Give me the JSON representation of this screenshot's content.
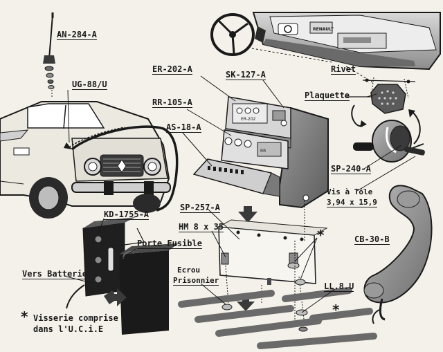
{
  "labels": {
    "an284a": "AN-284-A",
    "ug88u": "UG-88/U",
    "er202a": "ER-202-A",
    "sk127a": "SK-127-A",
    "rr105a": "RR-105-A",
    "as18a": "AS-18-A",
    "rivet": "Rivet",
    "plaquette": "Plaquette",
    "sp240a": "SP-240-A",
    "vis_line1": "Vis à Tôle",
    "vis_line2": "3,94 x 15,9",
    "sp257a": "SP-257-A",
    "kd1755a": "KD-1755-A",
    "hm835": "HM 8 x 35",
    "porte_fusible": "Porte Fusible",
    "cb30b": "CB-30-B",
    "vers_batterie": "Vers Batterie",
    "ecrou_line1": "Ecrou",
    "ecrou_line2": "Prisonnier",
    "ll8u": "LL.8.U",
    "note_line1": "Visserie comprise",
    "note_line2": "dans l'U.C.i.E",
    "star": "*"
  },
  "device_text": {
    "emblem": "RENAULT",
    "er_face": "ER-202",
    "radio_face": "RR"
  },
  "colors": {
    "ink": "#1a1a1a",
    "paper": "#f4f1ea",
    "mid_gray": "#8a8a8a",
    "dark_gray": "#3a3a3a",
    "light_gray": "#c9c9c9"
  }
}
